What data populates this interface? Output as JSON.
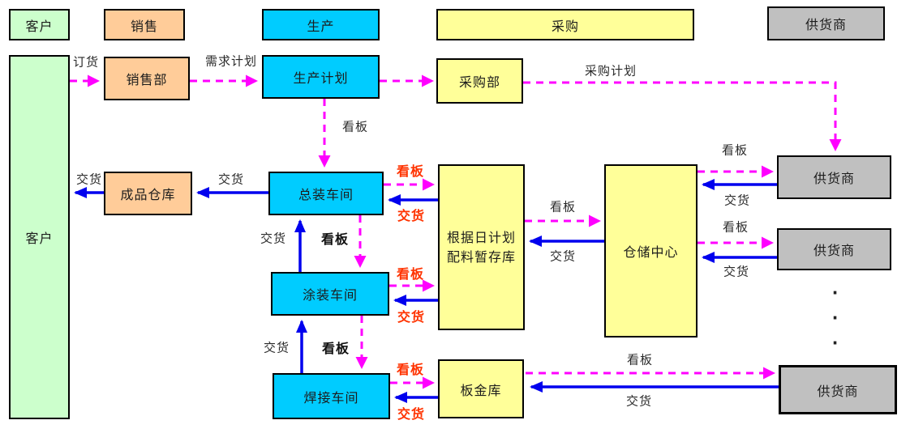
{
  "lanes": {
    "customer": "客户",
    "sales": "销售",
    "production": "生产",
    "purchasing": "采购",
    "supplier": "供货商"
  },
  "nodes": {
    "customer": "客户",
    "sales_dept": "销售部",
    "production_plan": "生产计划",
    "purchasing_dept": "采购部",
    "finished_goods_warehouse": "成品仓库",
    "assembly_shop": "总装车间",
    "painting_shop": "涂装车间",
    "welding_shop": "焊接车间",
    "daily_plan_storage": "根据日计划\n配料暂存库",
    "sheet_metal_warehouse": "板金库",
    "warehouse_center": "仓储中心",
    "supplier_1": "供货商",
    "supplier_2": "供货商",
    "supplier_3": "供货商"
  },
  "edges": {
    "order": {
      "label": "订货",
      "from": "customer",
      "to": "sales_dept",
      "style": "dashed-magenta"
    },
    "demand_plan": {
      "label": "需求计划",
      "from": "sales_dept",
      "to": "production_plan",
      "style": "dashed-magenta"
    },
    "purchase_plan": {
      "label": "采购计划",
      "from": "purchasing_dept",
      "to": "supplier_1",
      "style": "dashed-magenta"
    },
    "kanban_production_assembly": {
      "label": "看板",
      "from": "production_plan",
      "to": "assembly_shop",
      "style": "dashed-magenta"
    },
    "delivery_warehouse_customer": {
      "label": "交货",
      "from": "finished_goods_warehouse",
      "to": "customer",
      "style": "solid-blue"
    },
    "delivery_assembly_warehouse": {
      "label": "交货",
      "from": "assembly_shop",
      "to": "finished_goods_warehouse",
      "style": "solid-blue"
    },
    "kanban_assembly_storage": {
      "label": "看板",
      "from": "assembly_shop",
      "to": "daily_plan_storage",
      "style": "dashed-magenta"
    },
    "delivery_storage_assembly": {
      "label": "交货",
      "from": "daily_plan_storage",
      "to": "assembly_shop",
      "style": "solid-blue"
    },
    "kanban_assembly_painting": {
      "label": "看板",
      "from": "assembly_shop",
      "to": "painting_shop",
      "style": "dashed-magenta"
    },
    "delivery_painting_assembly": {
      "label": "交货",
      "from": "painting_shop",
      "to": "assembly_shop",
      "style": "solid-blue"
    },
    "kanban_painting_storage": {
      "label": "看板",
      "from": "painting_shop",
      "to": "daily_plan_storage",
      "style": "dashed-magenta"
    },
    "delivery_storage_painting": {
      "label": "交货",
      "from": "daily_plan_storage",
      "to": "painting_shop",
      "style": "solid-blue"
    },
    "kanban_painting_welding": {
      "label": "看板",
      "from": "painting_shop",
      "to": "welding_shop",
      "style": "dashed-magenta"
    },
    "delivery_welding_painting": {
      "label": "交货",
      "from": "welding_shop",
      "to": "painting_shop",
      "style": "solid-blue"
    },
    "kanban_welding_sheetmetal": {
      "label": "看板",
      "from": "welding_shop",
      "to": "sheet_metal_warehouse",
      "style": "dashed-magenta"
    },
    "delivery_sheetmetal_welding": {
      "label": "交货",
      "from": "sheet_metal_warehouse",
      "to": "welding_shop",
      "style": "solid-blue"
    },
    "kanban_storage_warehousecenter": {
      "label": "看板",
      "from": "daily_plan_storage",
      "to": "warehouse_center",
      "style": "dashed-magenta"
    },
    "delivery_warehousecenter_storage": {
      "label": "交货",
      "from": "warehouse_center",
      "to": "daily_plan_storage",
      "style": "solid-blue"
    },
    "kanban_warehousecenter_supplier1": {
      "label": "看板",
      "from": "warehouse_center",
      "to": "supplier_1",
      "style": "dashed-magenta"
    },
    "delivery_supplier1_warehousecenter": {
      "label": "交货",
      "from": "supplier_1",
      "to": "warehouse_center",
      "style": "solid-blue"
    },
    "kanban_warehousecenter_supplier2": {
      "label": "看板",
      "from": "warehouse_center",
      "to": "supplier_2",
      "style": "dashed-magenta"
    },
    "delivery_supplier2_warehousecenter": {
      "label": "交货",
      "from": "supplier_2",
      "to": "warehouse_center",
      "style": "solid-blue"
    },
    "kanban_sheetmetal_supplier3": {
      "label": "看板",
      "from": "sheet_metal_warehouse",
      "to": "supplier_3",
      "style": "dashed-magenta"
    },
    "delivery_supplier3_sheetmetal": {
      "label": "交货",
      "from": "supplier_3",
      "to": "sheet_metal_warehouse",
      "style": "solid-blue"
    }
  },
  "misc": {
    "vertical_ellipsis": ".\n.\n."
  },
  "colors": {
    "customer_green": "#ccffcc",
    "sales_orange": "#ffcc99",
    "production_cyan": "#00ccff",
    "purchasing_yellow": "#ffff99",
    "supplier_gray": "#c0c0c0",
    "kanban_arrow": "#ff00ff",
    "delivery_arrow": "#0000ee",
    "highlight_label": "#ff3300",
    "border": "#000000"
  }
}
